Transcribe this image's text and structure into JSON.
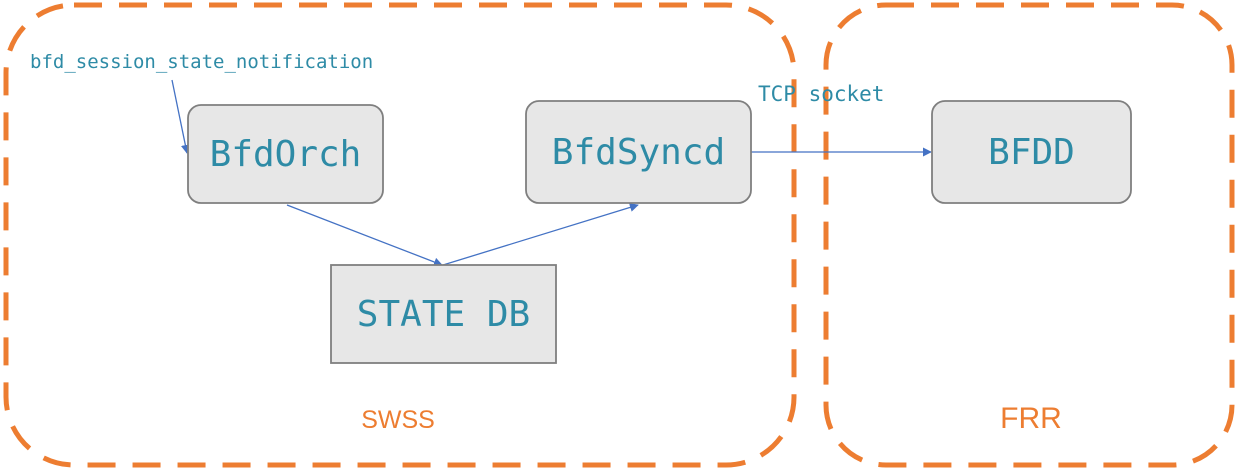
{
  "containers": {
    "swss": {
      "label": "SWSS"
    },
    "frr": {
      "label": "FRR"
    }
  },
  "nodes": {
    "bfdorch": {
      "label": "BfdOrch"
    },
    "bfdsyncd": {
      "label": "BfdSyncd"
    },
    "state_db": {
      "label": "STATE DB"
    },
    "bfdd": {
      "label": "BFDD"
    }
  },
  "annotations": {
    "notification": "bfd_session_state_notification",
    "tcp_socket": "TCP socket"
  },
  "colors": {
    "container_border": "#ED7D31",
    "container_label": "#ED7D31",
    "node_fill": "#E7E7E7",
    "node_border": "#7F7F7F",
    "node_text": "#2E8BA6",
    "annotation_text": "#2E8BA6",
    "arrow": "#4472C4"
  }
}
